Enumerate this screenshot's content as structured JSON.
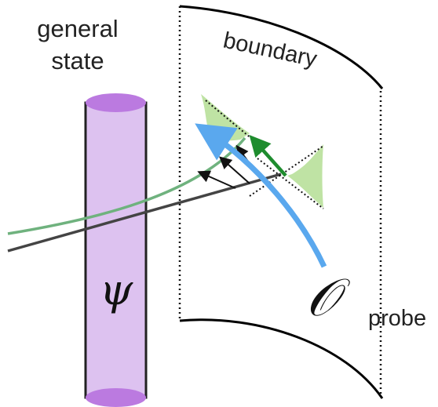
{
  "labels": {
    "general_state_line1": "general",
    "general_state_line2": "state",
    "boundary": "boundary",
    "psi": "ψ",
    "operator": "𝒪",
    "probe": "probe"
  },
  "colors": {
    "cylinder_fill": "#ddc2f0",
    "cylinder_cap": "#bb7ae0",
    "cylinder_outline": "#222222",
    "green_curve": "#6fb27e",
    "dark_line": "#444444",
    "blue_arrow": "#5aa8ee",
    "green_arrow": "#1e8c2e",
    "wavepacket_fill": "#bfe3a4",
    "boundary_dotted": "#111111",
    "boundary_solid": "#000000"
  }
}
